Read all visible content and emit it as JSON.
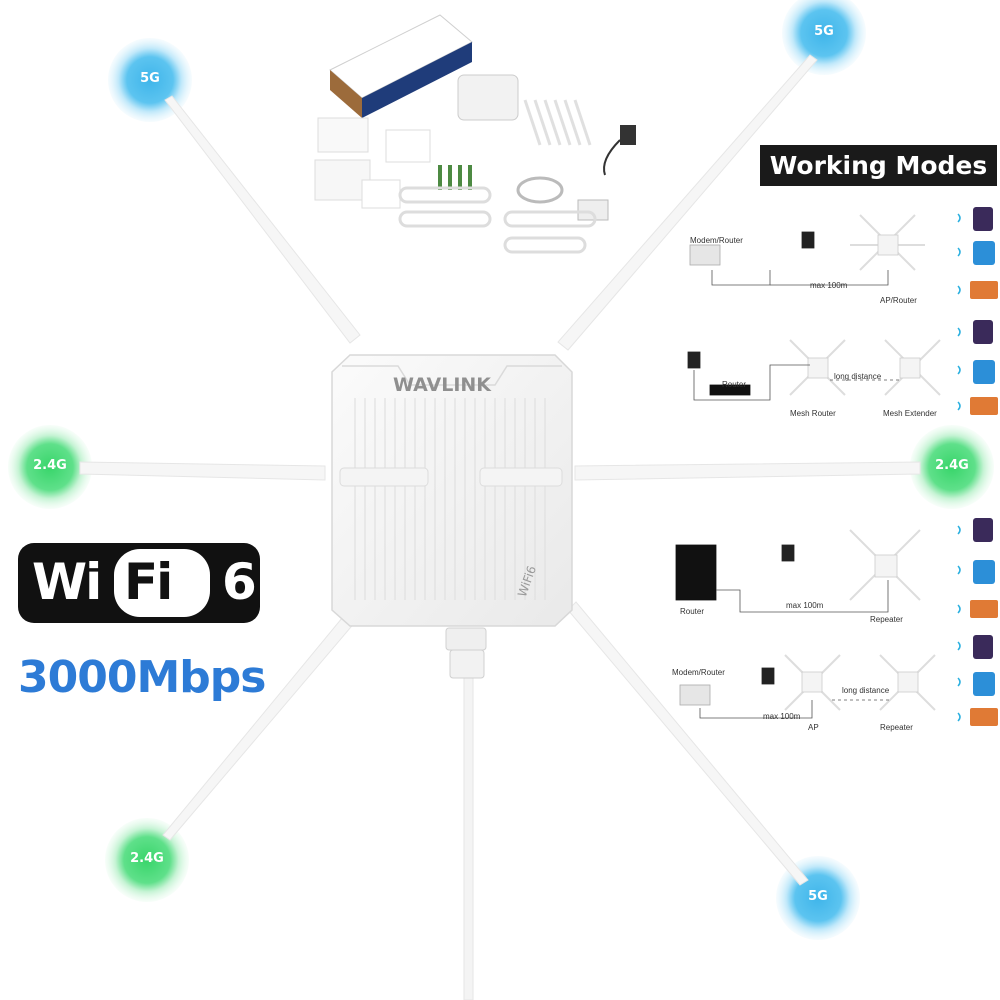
{
  "colors": {
    "band_5g": "#3fb5ea",
    "band_24g": "#38d56a",
    "device_body": "#f3f3f3",
    "antenna": "#f6f6f6",
    "speed_text": "#2d7bd6",
    "badge_dark": "#111111"
  },
  "product": {
    "brand": "WAVLINK",
    "side_mark": "WiFi6"
  },
  "bands": [
    {
      "label": "5G"
    },
    {
      "label": "5G"
    },
    {
      "label": "2.4G"
    },
    {
      "label": "2.4G"
    },
    {
      "label": "2.4G"
    },
    {
      "label": "5G"
    }
  ],
  "wifi_logo": {
    "wi": "Wi",
    "fi": "Fi",
    "gen": "6"
  },
  "speed": "3000Mbps",
  "working_modes": {
    "title": "Working Modes",
    "modes": [
      {
        "labels": [
          "Modem/Router",
          "max 100m",
          "AP/Router"
        ]
      },
      {
        "labels": [
          "Router",
          "long distance",
          "Mesh Router",
          "Mesh Extender"
        ]
      },
      {
        "labels": [
          "Router",
          "max 100m",
          "Repeater"
        ]
      },
      {
        "labels": [
          "Modem/Router",
          "long distance",
          "max 100m",
          "AP",
          "Repeater"
        ]
      }
    ]
  },
  "icons": [
    "wifi-signal-icon",
    "phone-icon",
    "tablet-icon",
    "laptop-icon",
    "power-adapter-icon",
    "modem-icon",
    "router-icon",
    "splitter-icon"
  ]
}
